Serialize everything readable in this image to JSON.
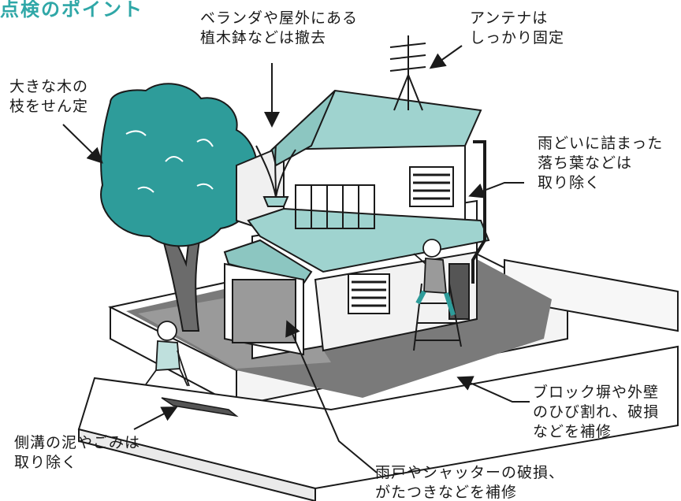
{
  "title": "点検のポイント",
  "labels": {
    "balcony": [
      "ベランダや屋外にある",
      "植木鉢などは撤去"
    ],
    "antenna": [
      "アンテナは",
      "しっかり固定"
    ],
    "tree": [
      "大きな木の",
      "枝をせん定"
    ],
    "gutter": [
      "雨どいに詰まった",
      "落ち葉などは",
      "取り除く"
    ],
    "wall": [
      "ブロック塀や外壁",
      "のひび割れ、破損",
      "などを補修"
    ],
    "ditch": [
      "側溝の泥やごみは",
      "取り除く"
    ],
    "shutter": [
      "雨戸やシャッターの破損、",
      "がたつきなどを補修"
    ]
  },
  "colors": {
    "accent": "#2fa7a7",
    "roof": "#9fd3cf",
    "tree": "#2e9c9a",
    "ink": "#1a1a1a",
    "ground": "#7a7a7a"
  }
}
